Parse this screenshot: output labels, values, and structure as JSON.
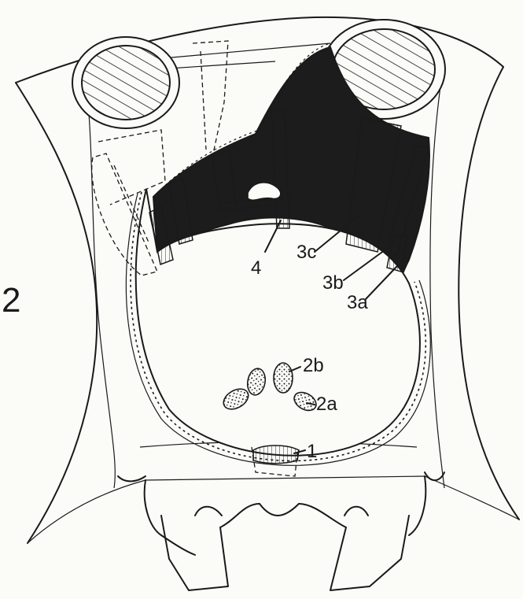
{
  "figure_number": "2",
  "labels": {
    "l4": "4",
    "l3c": "3c",
    "l3b": "3b",
    "l3a": "3a",
    "l2b": "2b",
    "l2a": "2a",
    "l1": "1"
  },
  "colors": {
    "ink": "#1a1a1a",
    "paper": "#fbfbf8",
    "muscle_mass": "#1c1c1c"
  }
}
